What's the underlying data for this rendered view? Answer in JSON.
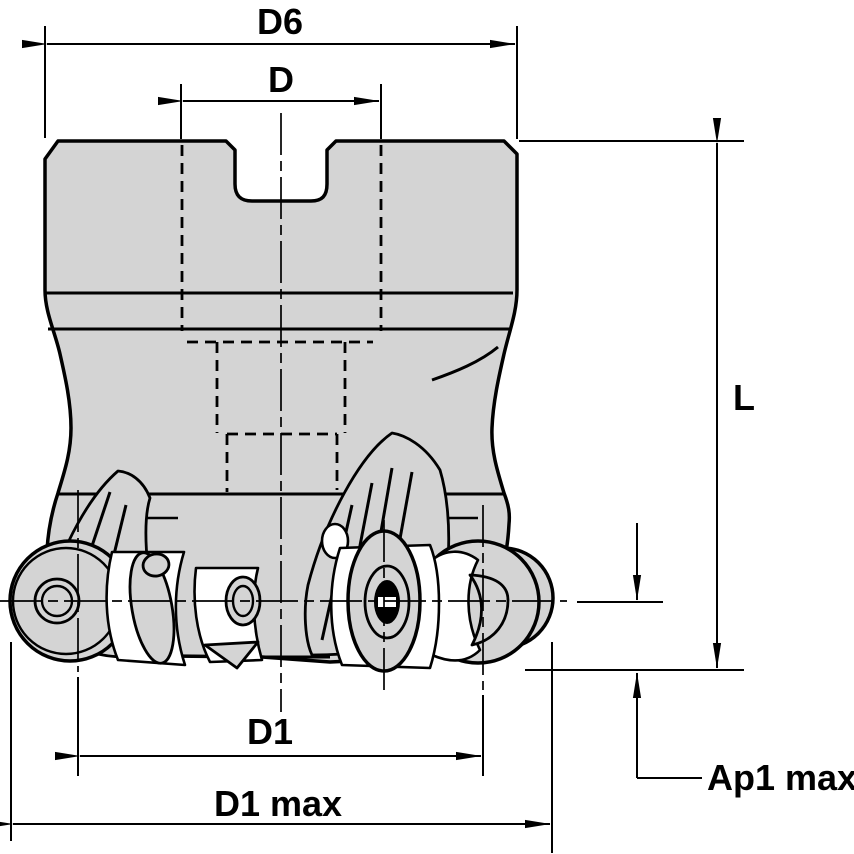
{
  "drawing": {
    "labels": {
      "d6": "D6",
      "d": "D",
      "l": "L",
      "d1": "D1",
      "d1_max": "D1 max",
      "ap1_max": "Ap1 max"
    },
    "colors": {
      "body_fill": "#d4d4d4",
      "line": "#000000",
      "background": "#ffffff"
    }
  }
}
